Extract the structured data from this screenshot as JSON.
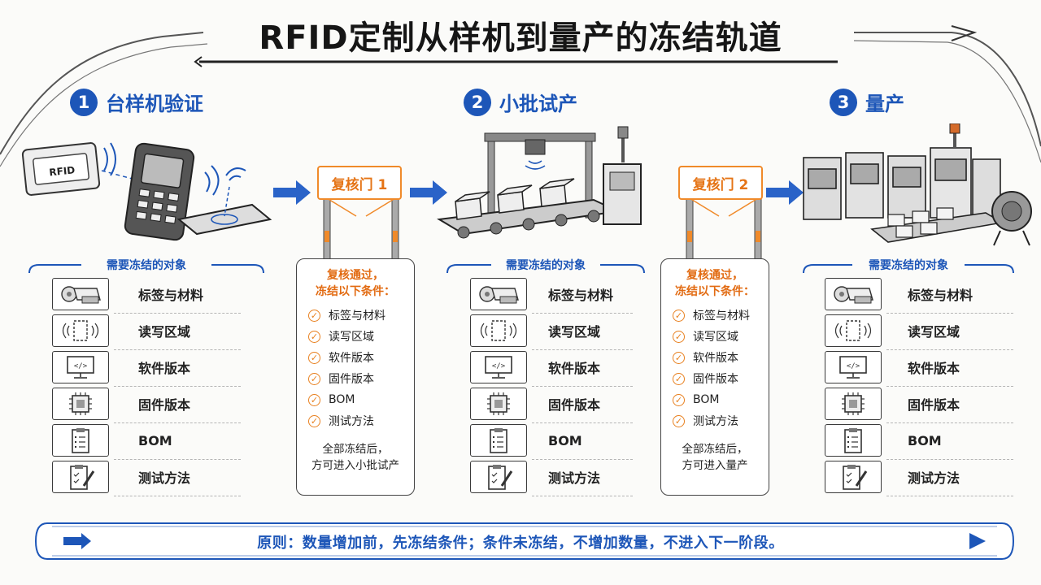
{
  "title": "RFID定制从样机到量产的冻结轨道",
  "stages": [
    {
      "num": "1",
      "label": "台样机验证"
    },
    {
      "num": "2",
      "label": "小批试产"
    },
    {
      "num": "3",
      "label": "量产"
    }
  ],
  "device_tag_text": "RFID",
  "gates": [
    {
      "label": "复核门 1",
      "card_title_1": "复核通过，",
      "card_title_2": "冻结以下条件：",
      "footer_1": "全部冻结后，",
      "footer_2": "方可进入小批试产"
    },
    {
      "label": "复核门 2",
      "card_title_1": "复核通过，",
      "card_title_2": "冻结以下条件：",
      "footer_1": "全部冻结后，",
      "footer_2": "方可进入量产"
    }
  ],
  "freeze_heading": "需要冻结的对象",
  "freeze_items": [
    {
      "label": "标签与材料",
      "icon": "label-roll-icon"
    },
    {
      "label": "读写区域",
      "icon": "read-zone-icon"
    },
    {
      "label": "软件版本",
      "icon": "monitor-code-icon"
    },
    {
      "label": "固件版本",
      "icon": "chip-icon"
    },
    {
      "label": "BOM",
      "icon": "clipboard-list-icon"
    },
    {
      "label": "测试方法",
      "icon": "clipboard-pen-icon"
    }
  ],
  "gate_checklist": [
    "标签与材料",
    "读写区域",
    "软件版本",
    "固件版本",
    "BOM",
    "测试方法"
  ],
  "principle": "原则：数量增加前，先冻结条件；条件未冻结，不增加数量，不进入下一阶段。",
  "colors": {
    "accent_blue": "#1d56b8",
    "gate_orange": "#f08a2a"
  }
}
